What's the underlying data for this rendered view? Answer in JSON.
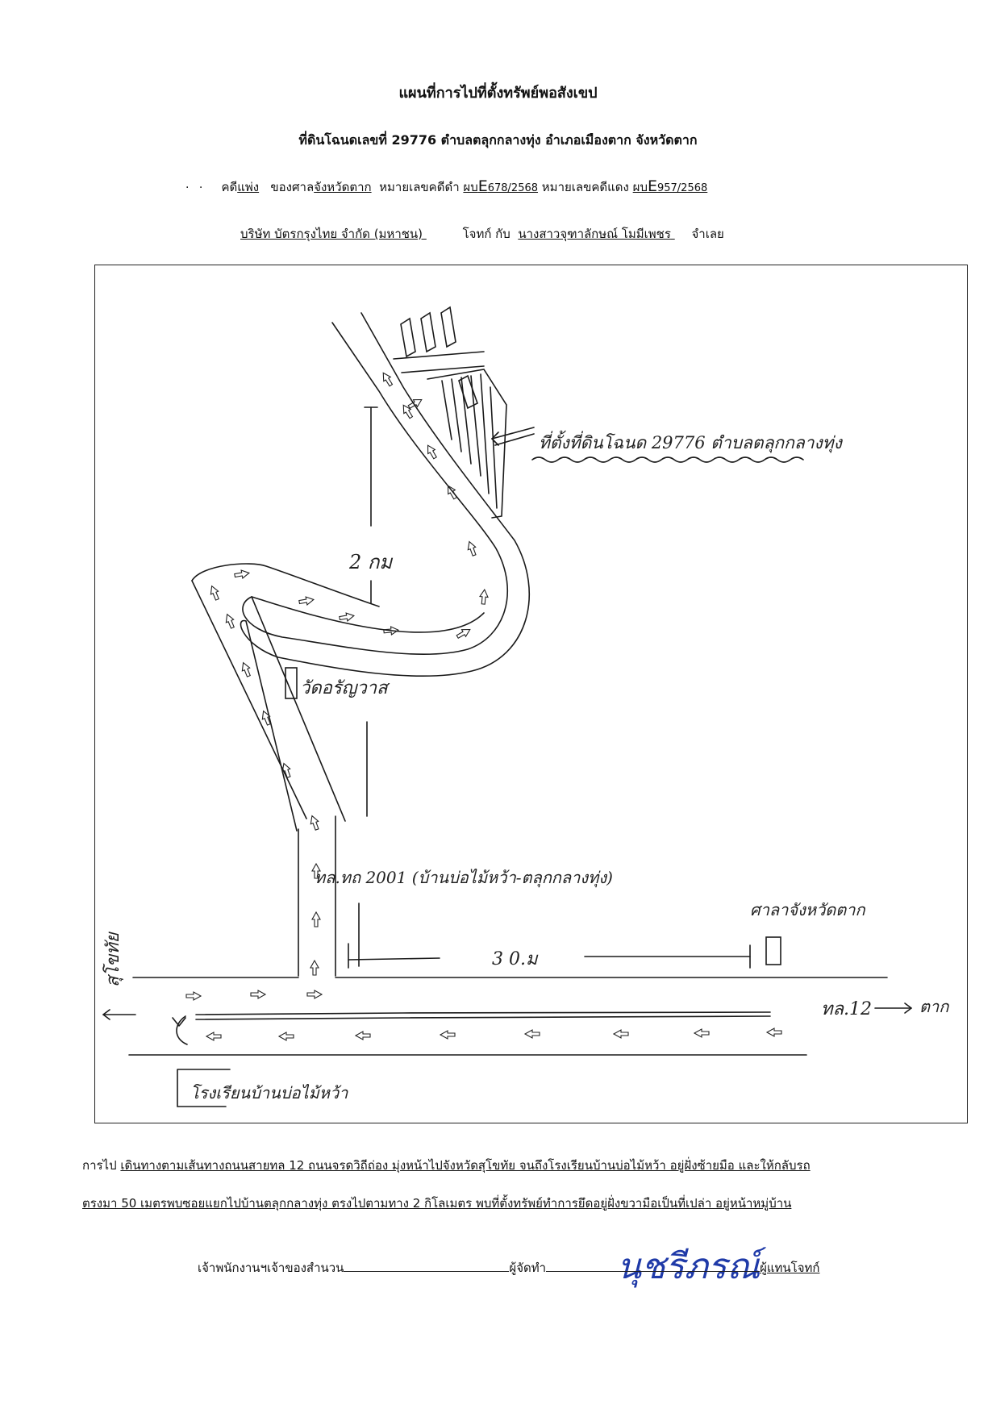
{
  "header": {
    "title": "แผนที่การไปที่ตั้งทรัพย์พอสังเขป",
    "subtitle": "ที่ดินโฉนดเลขที่ 29776  ตำบลตลุกกลางทุ่ง  อำเภอเมืองตาก  จังหวัดตาก",
    "case_prefix": "คดี",
    "case_type": "แพ่ง",
    "court_label": "ของศาล",
    "court_name": "จังหวัดตาก",
    "black_no_label": "หมายเลขคดีดำ",
    "black_no_prefix": "ผบ",
    "black_no_letter": "E",
    "black_no_number": "678/2568",
    "red_no_label": "หมายเลขคดีแดง",
    "red_no_prefix": "ผบ",
    "red_no_letter": "E",
    "red_no_number": "957/2568",
    "plaintiff": "บริษัท บัตรกรุงไทย จำกัด (มหาชน)",
    "plaintiff_label": "โจทก์  กับ",
    "defendant": "นางสาวจุฑาลักษณ์ โมมีเพชร",
    "defendant_label": "จำเลย"
  },
  "map": {
    "property_label": "ที่ตั้งที่ดินโฉนด 29776 ตำบลตลุกกลางทุ่ง",
    "distance_2km": "2 กม",
    "temple_label": "วัดอรัญวาส",
    "road_2001_label": "ทล.ทถ 2001 (บ้านบ่อไม้หว้า-ตลุกกลางทุ่ง)",
    "distance_30m": "3 0.ม",
    "provincial_hall_label": "ศาลาจังหวัดตาก",
    "sukhothai_label": "สุโขทัย",
    "highway12_label": "ทล.12",
    "tak_label": "ตาก",
    "school_label": "โรงเรียนบ้านบ่อไม้หว้า"
  },
  "description": {
    "prefix": "การไป",
    "line1_text": "เดินทางตามเส้นทางถนนสายทล 12 ถนนจรดวิถีถ่อง มุ่งหน้าไปจังหวัดสุโขทัย  จนถึงโรงเรียนบ้านบ่อไม้หว้า อยู่ฝั่งซ้ายมือ และให้กลับรถ",
    "line2_text": "ตรงมา 50 เมตรพบซอยแยกไปบ้านตลุกกลางทุ่ง  ตรงไปตามทาง 2 กิโลเมตร พบที่ตั้งทรัพย์ทำการยึดอยู่ฝั่งขวามือเป็นที่เปล่า อยู่หน้าหมู่บ้าน"
  },
  "footer": {
    "officer_label": "เจ้าพนักงานฯเจ้าของสำนวน",
    "maker_label": "ผู้จัดทำ",
    "signature": "นุชรีภรณ์",
    "representative_label": "ผู้แทนโจทก์"
  }
}
